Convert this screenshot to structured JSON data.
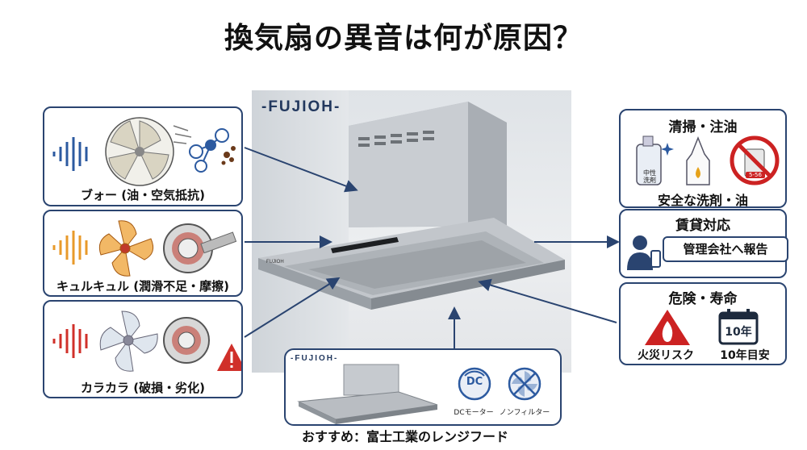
{
  "title": "換気扇の異音は何が原因？",
  "brand_main": "-FUJIOH-",
  "brand_small": "-FUJIOH-",
  "causes": [
    {
      "label": "ブォー (油・空気抵抗)"
    },
    {
      "label": "キュルキュル (潤滑不足・摩擦)"
    },
    {
      "label": "カラカラ (破損・劣化)"
    }
  ],
  "solutions": {
    "cleaning": {
      "title": "清掃・注油",
      "caption": "安全な洗剤・油",
      "bottle_text": "中性\n洗剤",
      "spray_text": "5-56"
    },
    "rental": {
      "title": "賃貸対応",
      "action": "管理会社へ報告"
    },
    "danger": {
      "title": "危険・寿命",
      "fire_label": "火災リスク",
      "life_label": "10年目安",
      "calendar_text": "10年"
    }
  },
  "recommend": {
    "label": "おすすめ：富士工業のレンジフード",
    "feature_dc": "DCモーター",
    "feature_dc_icon": "DC",
    "feature_filter": "ノンフィルター"
  },
  "colors": {
    "navy": "#2a4470",
    "blue_wave": "#2c5aa0",
    "orange_wave": "#e89a2a",
    "red_wave": "#d0302a",
    "danger_red": "#cc2222"
  }
}
